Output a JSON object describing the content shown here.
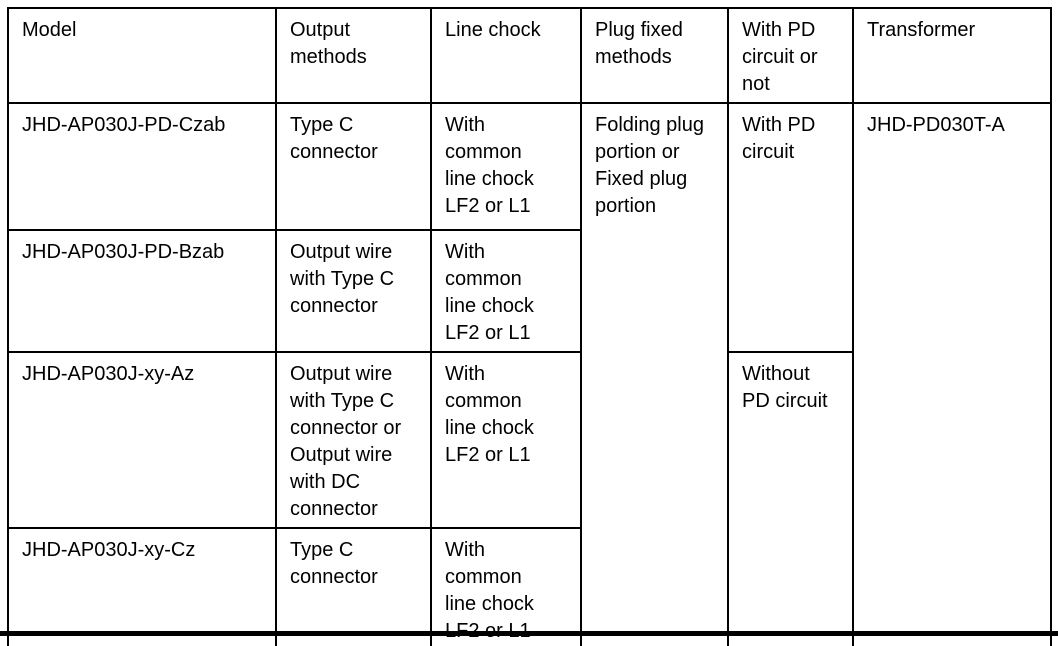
{
  "table": {
    "headers": {
      "model": "Model",
      "output_methods": "Output\nmethods",
      "line_chock": "Line chock",
      "plug_fixed_methods": "Plug fixed\nmethods",
      "pd_circuit": "With PD\ncircuit or\nnot",
      "transformer": "Transformer"
    },
    "rows": [
      {
        "model": "JHD-AP030J-PD-Czab",
        "output_method": "Type C\nconnector",
        "line_chock": "With\ncommon\nline chock\nLF2 or L1"
      },
      {
        "model": "JHD-AP030J-PD-Bzab",
        "output_method": "Output wire\nwith Type C\nconnector",
        "line_chock": "With\ncommon\nline chock\nLF2 or L1"
      },
      {
        "model": "JHD-AP030J-xy-Az",
        "output_method": "Output wire\nwith Type C\nconnector or\nOutput wire\nwith DC\nconnector",
        "line_chock": "With\ncommon\nline chock\nLF2 or L1"
      },
      {
        "model": "JHD-AP030J-xy-Cz",
        "output_method": "Type C\nconnector",
        "line_chock": "With\ncommon\nline chock\nLF2 or L1"
      }
    ],
    "merged": {
      "plug_fixed_methods": "Folding plug\nportion or\nFixed plug\nportion",
      "with_pd_circuit": "With PD\ncircuit",
      "without_pd_circuit": "Without\nPD circuit",
      "transformer": "JHD-PD030T-A"
    }
  },
  "colors": {
    "border": "#000000",
    "text": "#000000",
    "background": "#ffffff"
  }
}
